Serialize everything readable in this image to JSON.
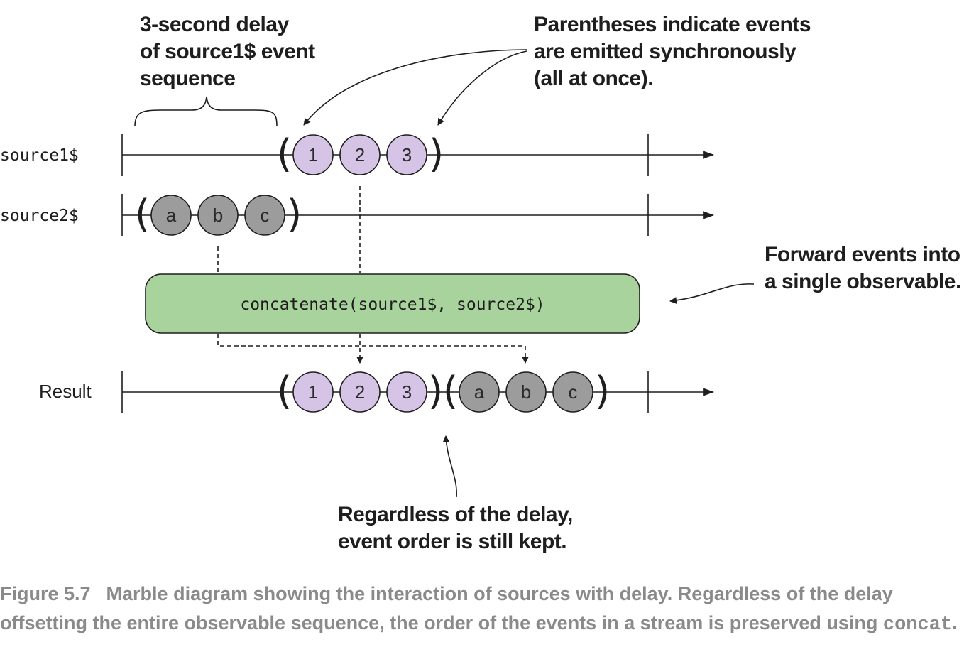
{
  "annotations": {
    "delay": [
      "3-second delay",
      "of source1$ event",
      "sequence"
    ],
    "parens": [
      "Parentheses indicate events",
      "are emitted synchronously",
      "(all at once)."
    ],
    "forward": [
      "Forward events into",
      "a single observable."
    ],
    "order": [
      "Regardless of the delay,",
      "event order is still kept."
    ]
  },
  "streams": [
    {
      "label": "source1$",
      "events": [
        "1",
        "2",
        "3"
      ],
      "color": "#d5c4e6"
    },
    {
      "label": "source2$",
      "events": [
        "a",
        "b",
        "c"
      ],
      "color": "#9c9c9c"
    }
  ],
  "operator": {
    "text": "concatenate(source1$, source2$)",
    "color": "#a9d39c"
  },
  "result": {
    "label": "Result",
    "events": [
      "1",
      "2",
      "3",
      "a",
      "b",
      "c"
    ]
  },
  "parens": {
    "open": "(",
    "close": ")"
  },
  "caption": {
    "number": "Figure 5.7",
    "text": "Marble diagram showing the interaction of sources with delay. Regardless of the delay offsetting the entire observable sequence, the order of the events in a stream is preserved using",
    "code": "concat",
    "end": "."
  }
}
